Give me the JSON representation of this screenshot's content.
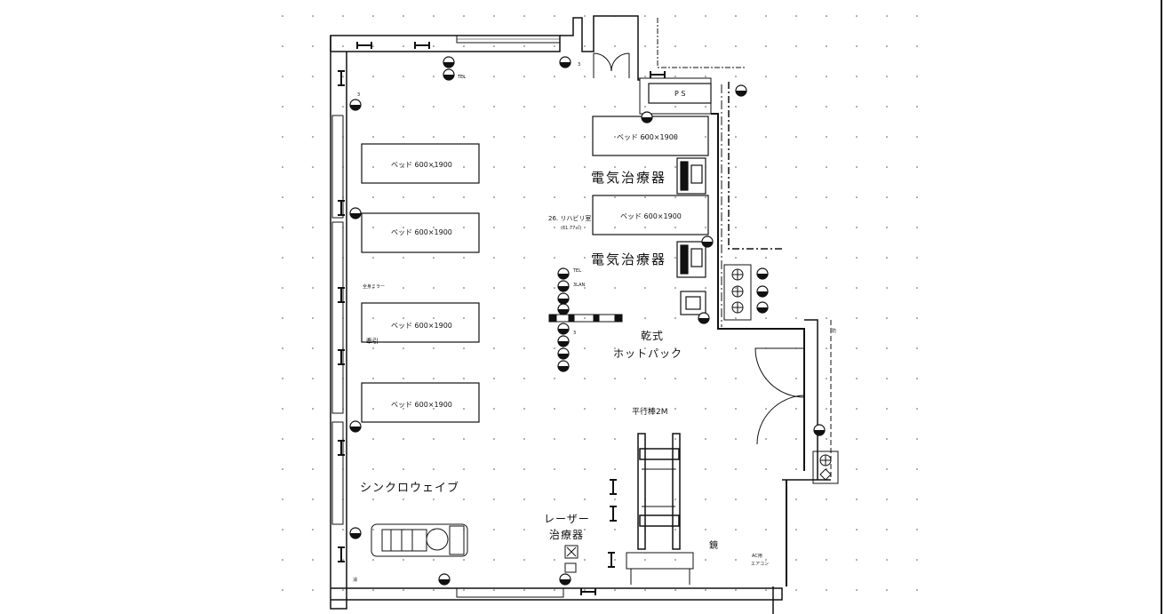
{
  "plan": {
    "room_name": "26. リハビリ室",
    "room_area": "(61.77㎡)",
    "pipe_space": "P S",
    "beds": [
      {
        "label": "ベッド 600×1900"
      },
      {
        "label": "ベッド 600×1900"
      },
      {
        "label": "ベッド 600×1900"
      },
      {
        "label": "ベッド 600×1900"
      },
      {
        "label": "ベッド 600×1900"
      },
      {
        "label": "ベッド 600×1900"
      }
    ],
    "equipment_labels": {
      "electro_1": "電気治療器",
      "electro_2": "電気治療器",
      "hotpack_1": "乾式",
      "hotpack_2": "ホットパック",
      "parallel_bars": "平行棒2M",
      "synchro_wave": "シンクロウェイブ",
      "laser_1": "レーザー",
      "laser_2": "治療器",
      "mirror": "鏡",
      "full_body_mirror": "全身ミラー",
      "traction": "牽引",
      "fire_extinguisher": "消"
    },
    "outlet_notes": {
      "top_wall_a": "TEL",
      "top_wall_b": "3",
      "left_wall": "3",
      "center_a": "TEL",
      "center_b": "3LAN",
      "center_c": "3",
      "right_a": "AC用",
      "right_b": "エアコン",
      "door_label": "防"
    },
    "colors": {
      "line": "#111111",
      "background": "#ffffff"
    }
  }
}
